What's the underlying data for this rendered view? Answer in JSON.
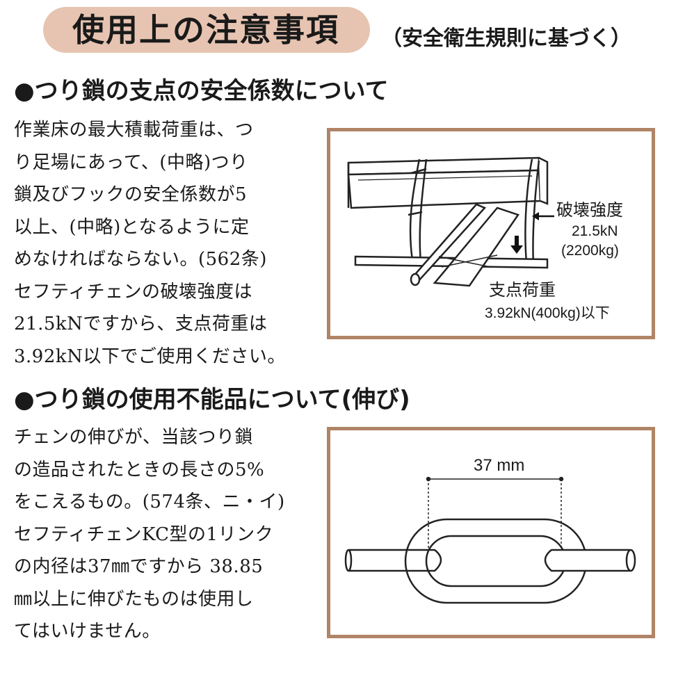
{
  "title": {
    "main": "使用上の注意事項",
    "sub": "（安全衛生規則に基づく）"
  },
  "section1": {
    "heading": "●つり鎖の支点の安全係数について",
    "body_lines": [
      "作業床の最大積載荷重は、つ",
      "り足場にあって、(中略)つり",
      "鎖及びフックの安全係数が5",
      "以上、(中略)となるように定",
      "めなければならない。(562条)",
      "セフティチェンの破壊強度は",
      "21.5kNですから、支点荷重は",
      "3.92kN以下でご使用ください。"
    ],
    "figure": {
      "break_strength_label": "破壊強度",
      "break_strength_kn": "21.5kN",
      "break_strength_kg": "(2200kg)",
      "support_load_label": "支点荷重",
      "support_load_value": "3.92kN(400kg)以下"
    }
  },
  "section2": {
    "heading": "●つり鎖の使用不能品について(伸び)",
    "body_lines": [
      "チェンの伸びが、当該つり鎖",
      "の造品されたときの長さの5%",
      "をこえるもの。(574条、ニ・イ)",
      "セフティチェンKC型の1リンク",
      "の内径は37㎜ですから 38.85",
      "㎜以上に伸びたものは使用し",
      "てはいけません。"
    ],
    "figure": {
      "dimension_label": "37 mm"
    }
  },
  "colors": {
    "title_pill": "#e7c4b1",
    "frame_border": "#b08466",
    "text": "#1a1a1a"
  }
}
